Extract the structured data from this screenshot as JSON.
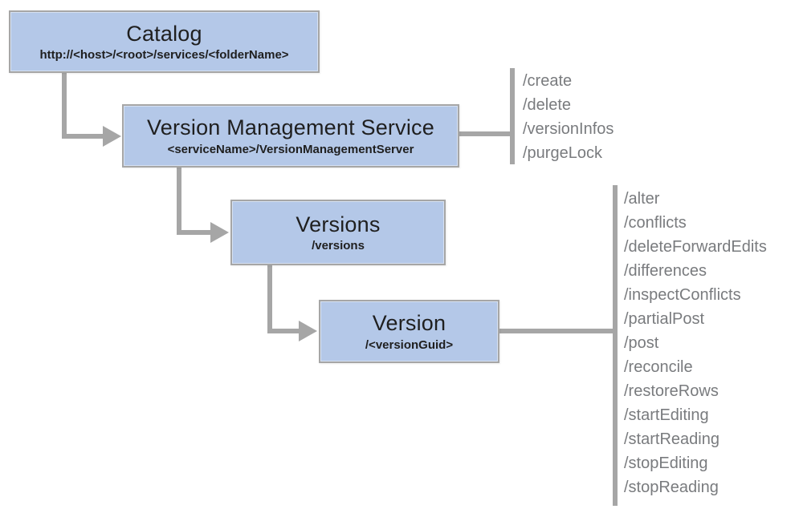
{
  "nodes": {
    "catalog": {
      "title": "Catalog",
      "subtitle": "http://<host>/<root>/services/<folderName>"
    },
    "vms": {
      "title": "Version Management Service",
      "subtitle": "<serviceName>/VersionManagementServer"
    },
    "versions": {
      "title": "Versions",
      "subtitle": "/versions"
    },
    "version": {
      "title": "Version",
      "subtitle": "/<versionGuid>"
    }
  },
  "operations": {
    "vms": [
      "/create",
      "/delete",
      "/versionInfos",
      "/purgeLock"
    ],
    "version": [
      "/alter",
      "/conflicts",
      "/deleteForwardEdits",
      "/differences",
      "/inspectConflicts",
      "/partialPost",
      "/post",
      "/reconcile",
      "/restoreRows",
      "/startEditing",
      "/startReading",
      "/stopEditing",
      "/stopReading"
    ]
  },
  "colors": {
    "node_fill": "#b4c8e8",
    "node_border": "#a6a6a6",
    "connector": "#a6a6a6",
    "op_text": "#797b7e",
    "title_text": "#1f1f1f"
  }
}
